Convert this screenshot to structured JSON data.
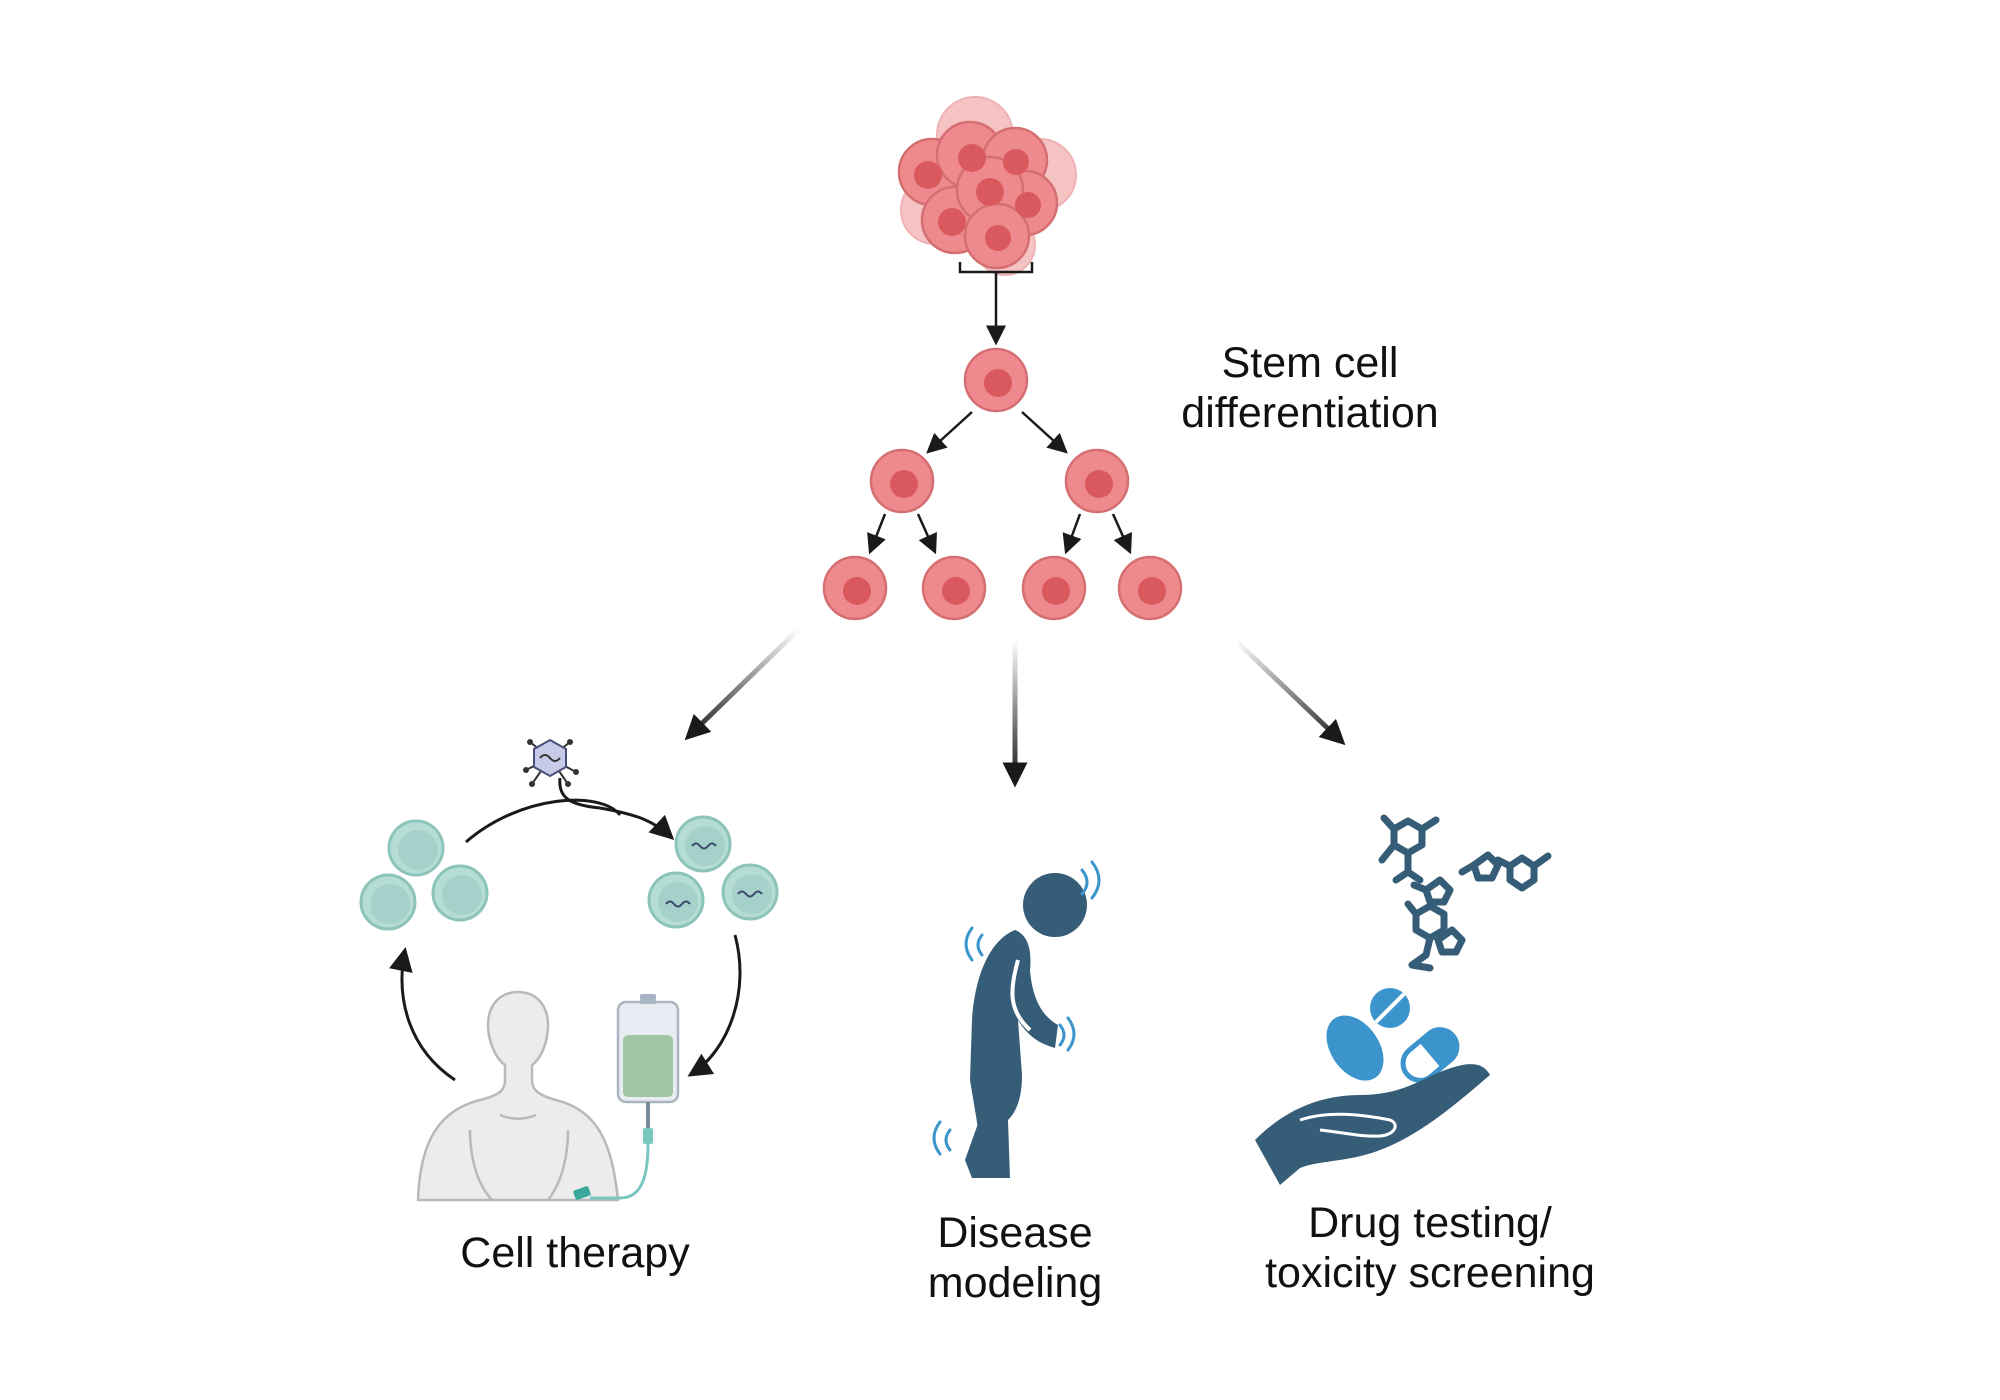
{
  "labels": {
    "differentiation": [
      "Stem cell",
      "differentiation"
    ],
    "cell_therapy": [
      "Cell therapy"
    ],
    "disease_modeling": [
      "Disease",
      "modeling"
    ],
    "drug_testing": [
      "Drug testing/",
      "toxicity screening"
    ]
  },
  "colors": {
    "stem_cell_fill": "#ee8a8d",
    "stem_cell_stroke": "#d46e71",
    "stem_cell_nucleus": "#d9595f",
    "stem_cell_faded": "#f6c3c4",
    "therapy_cell_fill": "#b5ddd6",
    "therapy_cell_stroke": "#8cc4ba",
    "therapy_cell_nucleus": "#a4d2ca",
    "figure_blue": "#365d78",
    "pill_blue": "#3b95cc",
    "arrow": "#1a1a1a",
    "body_gray": "#e9e9e9",
    "iv_fluid": "#9fc7a6"
  },
  "icons": [
    "stem-cell-cluster-icon",
    "virus-vector-icon",
    "patient-body-icon",
    "iv-bag-icon",
    "hunched-person-icon",
    "molecule-icon",
    "pills-hand-icon"
  ]
}
